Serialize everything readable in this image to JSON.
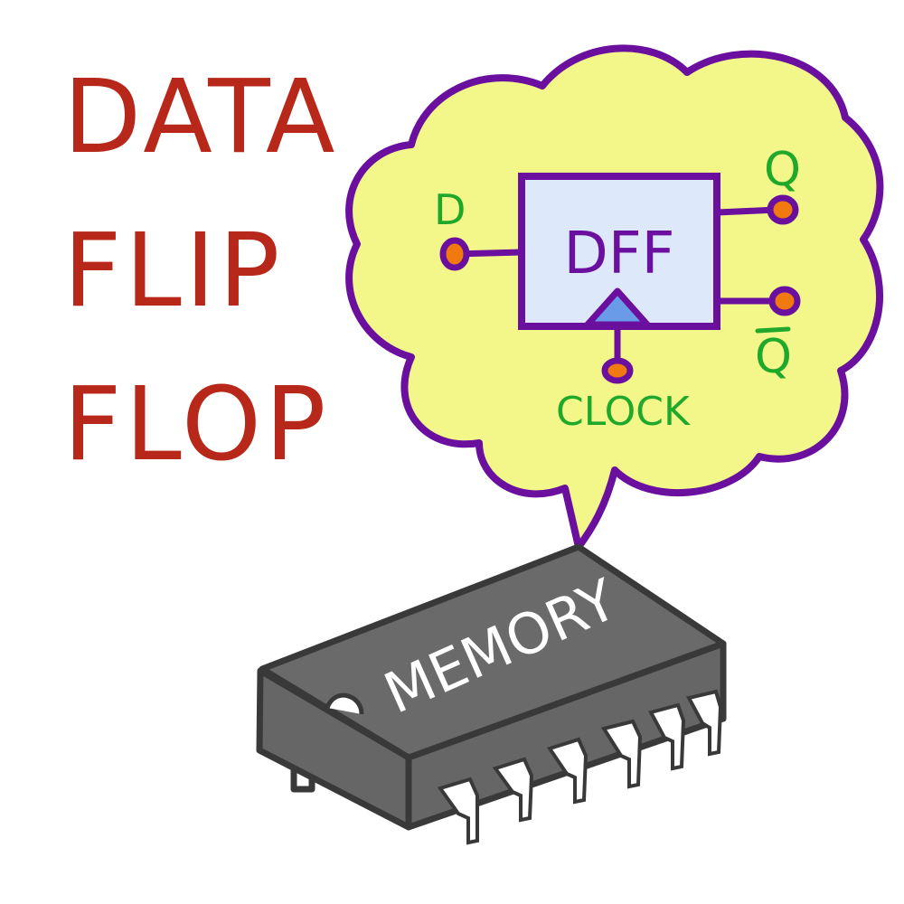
{
  "title": {
    "line1": "DATA",
    "line2": "FLIP",
    "line3": "FLOP"
  },
  "diagram": {
    "block_label": "DFF",
    "input_label": "D",
    "output_label": "Q",
    "inverted_output_label": "Q",
    "clock_label": "CLOCK"
  },
  "chip": {
    "label": "MEMORY"
  },
  "colors": {
    "title": "#b8281a",
    "cloud_fill": "#f3f78a",
    "outline": "#6a0f9e",
    "block_fill": "#dde8fb",
    "labels": "#1fa82a",
    "pin_dot": "#f07a10",
    "chip": "#6a6a6a"
  }
}
